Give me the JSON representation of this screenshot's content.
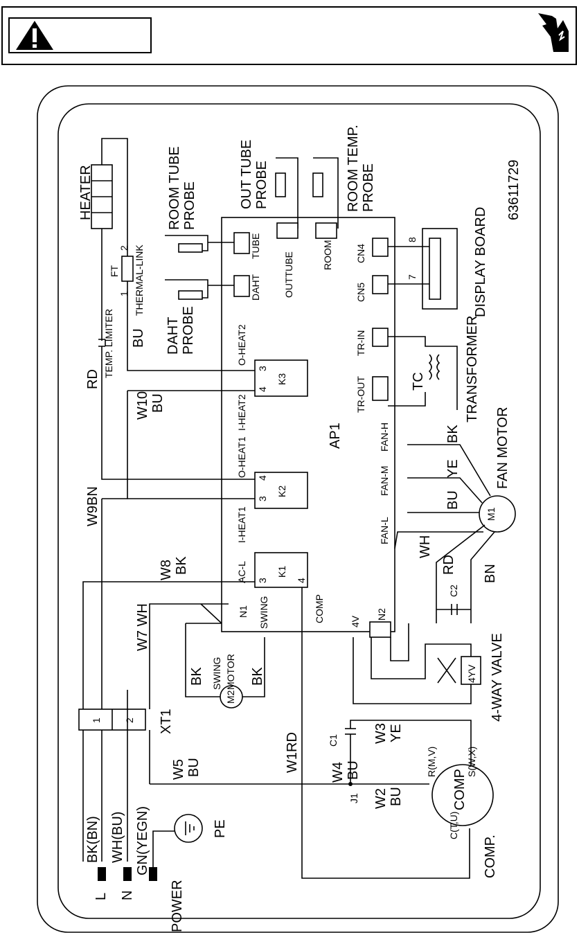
{
  "part_number": "63611729",
  "labels": {
    "heater": "HEATER",
    "room_tube_probe_1": "ROOM TUBE",
    "room_tube_probe_2": "PROBE",
    "out_tube_probe_1": "OUT TUBE",
    "out_tube_probe_2": "PROBE",
    "room_temp_probe_1": "ROOM TEMP.",
    "room_temp_probe_2": "PROBE",
    "tube": "TUBE",
    "daht": "DAHT",
    "outtube": "OUTTUBE",
    "room": "ROOM",
    "cn4": "CN4",
    "cn5": "CN5",
    "pin8": "8",
    "pin7": "7",
    "display_board": "DISPLAY BOARD",
    "ft": "FT",
    "ft1": "1",
    "ft2": "2",
    "thermal_link": "THERMAL-LINK",
    "daht_probe_1": "DAHT",
    "daht_probe_2": "PROBE",
    "bu_top": "BU",
    "rd": "RD",
    "temp_limiter": "TEMP. LIMITER",
    "o_heat2": "O-HEAT2",
    "k3": "K3",
    "k3_4": "4",
    "k3_3": "3",
    "tr_in": "TR-IN",
    "tr_out": "TR-OUT",
    "tc": "TC",
    "transformer": "TRANSFORMER",
    "w10": "W10",
    "bu_w10": "BU",
    "i_heat2": "I-HEAT2",
    "ap1": "AP1",
    "fan_h": "FAN-H",
    "fan_m": "FAN-M",
    "fan_l": "FAN-L",
    "bk_fan": "BK",
    "ye_fan": "YE",
    "bu_fan": "BU",
    "fan_motor": "FAN MOTOR",
    "m1": "M1",
    "o_heat1": "O-HEAT1",
    "k2": "K2",
    "k2_4": "4",
    "k2_3": "3",
    "w9bn": "W9BN",
    "i_heat1": "I-HEAT1",
    "wh_fan": "WH",
    "rd_fan": "RD",
    "bn_fan": "BN",
    "c2": "C2",
    "w8": "W8",
    "bk_w8": "BK",
    "ac_l": "AC-L",
    "k1": "K1",
    "k1_3": "3",
    "k1_4": "4",
    "n1": "N1",
    "swing": "SWING",
    "comp_pin": "COMP",
    "v4": "4V",
    "n2": "N2",
    "w7wh": "W7 WH",
    "bk_swing1": "BK",
    "swing_motor_1": "SWING",
    "swing_motor_2": "MOTOR",
    "bk_swing2": "BK",
    "m2": "M2",
    "yv4": "4YV",
    "four_way_valve": "4-WAY VALVE",
    "xt1_1": "1",
    "xt1_2": "2",
    "xt1": "XT1",
    "w1rd": "W1RD",
    "c1": "C1",
    "w3": "W3",
    "ye_w3": "YE",
    "w5": "W5",
    "bu_w5": "BU",
    "w4": "W4",
    "bu_w4": "BU",
    "j1": "J1",
    "w2": "W2",
    "bu_w2": "BU",
    "r_mv": "R(M,V)",
    "s_wx": "S(W,X)",
    "comp": "COMP",
    "c_tu": "C(T,U)",
    "comp_dot": "COMP.",
    "bk_bn": "BK(BN)",
    "wh_bu": "WH(BU)",
    "gn_yegn": "GN(YEGN)",
    "l": "L",
    "n": "N",
    "power": "POWER",
    "pe": "PE"
  }
}
